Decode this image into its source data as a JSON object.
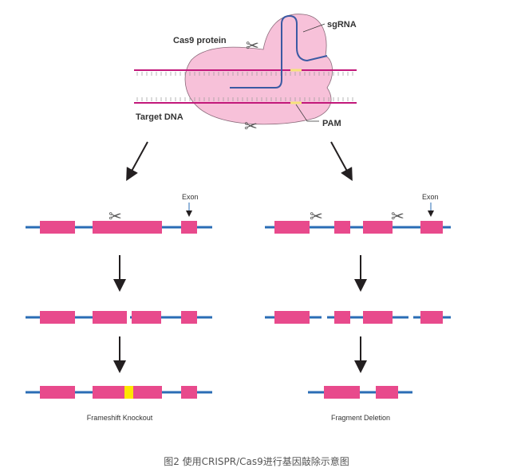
{
  "top": {
    "cas9_label": "Cas9 protein",
    "sgrna_label": "sgRNA",
    "target_label": "Target DNA",
    "pam_label": "PAM"
  },
  "left": {
    "exon_label": "Exon",
    "result_label": "Frameshift Knockout"
  },
  "right": {
    "exon_label": "Exon",
    "result_label": "Fragment Deletion"
  },
  "caption": "图2 使用CRISPR/Cas9进行基因敲除示意图",
  "colors": {
    "exon": "#e84a8c",
    "dna": "#2a6db5",
    "indel": "#ffe600",
    "protein": "#f7c1d9",
    "strand": "#c2187a",
    "rna": "#3b5aa3"
  }
}
